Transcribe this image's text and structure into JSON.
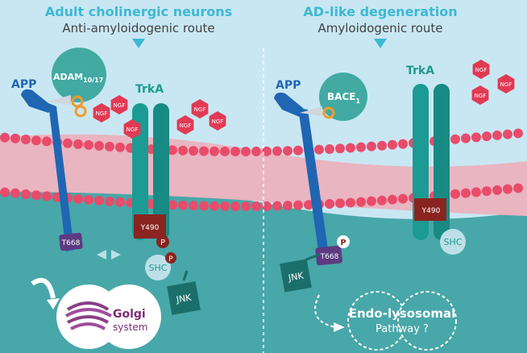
{
  "left": {
    "title": "Adult cholinergic neurons",
    "subtitle": "Anti-amyloidogenic route",
    "app_label": "APP",
    "adam_label": "ADAM",
    "adam_sub": "10/17",
    "trka_label": "TrkA",
    "ngf_label": "NGF",
    "y490_label": "Y490",
    "t668_label": "T668",
    "p_label": "P",
    "shc_label": "SHC",
    "jnk_label": "JNK",
    "golgi_title": "Golgi",
    "golgi_sub": "system"
  },
  "right": {
    "title": "AD-like degeneration",
    "subtitle": "Amyloidogenic route",
    "app_label": "APP",
    "bace_label": "BACE",
    "bace_sub": "1",
    "trka_label": "TrkA",
    "ngf_label": "NGF",
    "y490_label": "Y490",
    "t668_label": "T668",
    "p_label": "P",
    "shc_label": "SHC",
    "jnk_label": "JNK",
    "endo_line1": "Endo-lysosomal",
    "endo_line2": "Pathway ?"
  },
  "colors": {
    "title": "#3db8d3",
    "subtitle": "#414141",
    "app_blue": "#1f66b3",
    "trka_teal": "#1b9b93",
    "membrane_pink": "#e9b5c0",
    "lipid_red": "#e84c6a",
    "ngf_red": "#e13a54",
    "adam_teal": "#42aaa3",
    "cell_teal": "#48a7a9",
    "y490_dark": "#8a2420",
    "t668_purple": "#5d3a82",
    "scissor_orange": "#f29b2b"
  }
}
